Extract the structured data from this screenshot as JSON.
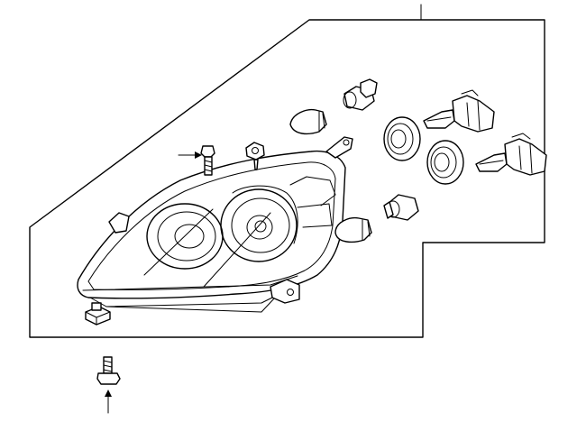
{
  "diagram": {
    "kind": "exploded parts illustration",
    "colors": {
      "line": "#000000",
      "background": "#ffffff"
    },
    "parts": [
      "headlamp-assembly",
      "headlamp-housing-panel",
      "mounting-bolt-top",
      "mounting-nut-top",
      "clip-nut",
      "mounting-bolt-bottom",
      "bulb-socket-upper",
      "bulb-upper",
      "bulb-socket-lower",
      "bulb-lower",
      "seal-ring-upper",
      "seal-ring-lower",
      "hid-bulb-upper",
      "hid-bulb-lower"
    ],
    "arrows": [
      "arrow-to-bolt-top",
      "arrow-to-bolt-bottom"
    ]
  }
}
